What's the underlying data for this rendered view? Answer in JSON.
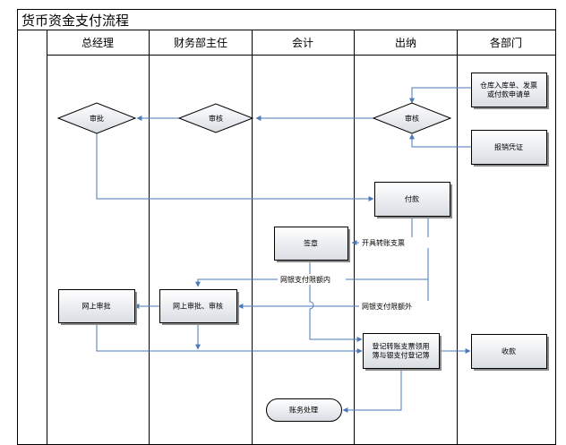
{
  "title": "货币资金支付流程",
  "lanes": [
    "总经理",
    "财务部主任",
    "会计",
    "出纳",
    "各部门"
  ],
  "nodes": {
    "warehouse_receipt": [
      "仓库入库单、发票",
      "或付款申请单"
    ],
    "reimburse_voucher": "报销凭证",
    "cashier_review": "审核",
    "director_review": "审核",
    "gm_approve": "审批",
    "payment": "付款",
    "sign_seal": "签章",
    "issue_transfer": "开具转账支票",
    "online_within_limit": "网银支付限额内",
    "online_beyond_limit": "网银支付限额外",
    "online_approve": "网上审批",
    "online_approve_review": "网上审批、审核",
    "register_book": [
      "登记转账支票领用",
      "簿与银支付登记簿"
    ],
    "receive_payment": "收款",
    "accounting": "账务处理"
  },
  "colors": {
    "frame": "#000000",
    "header_bg": "#ffffff",
    "arrow": "#4a7ab8",
    "node_fill_top": "#ffffff",
    "node_fill_bottom": "#d9dde3",
    "shadow": "#8a8a8a",
    "text": "#000000"
  }
}
